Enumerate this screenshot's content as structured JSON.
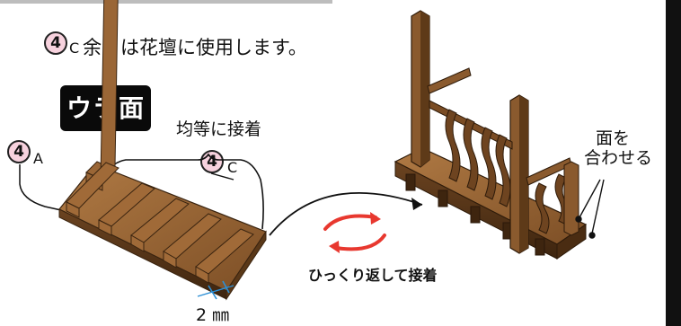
{
  "step4": {
    "number": "4",
    "c_letter": "C",
    "text": "余りは花壇に使用します。"
  },
  "label_ura": "ウラ面",
  "label_even": "均等に接着",
  "part_a": {
    "number": "4",
    "letter": "A"
  },
  "part_c": {
    "number": "4",
    "letter": "C"
  },
  "measure": "2 ㎜",
  "flip_text": "ひっくり返して接着",
  "align_line1": "面を",
  "align_line2": "合わせる",
  "colors": {
    "wood": "#8a5a2e",
    "wood_dark": "#4a2c12",
    "arrow_red": "#e8382f",
    "circle_fill": "#f7d2de",
    "measure_blue": "#2b8fd6"
  }
}
